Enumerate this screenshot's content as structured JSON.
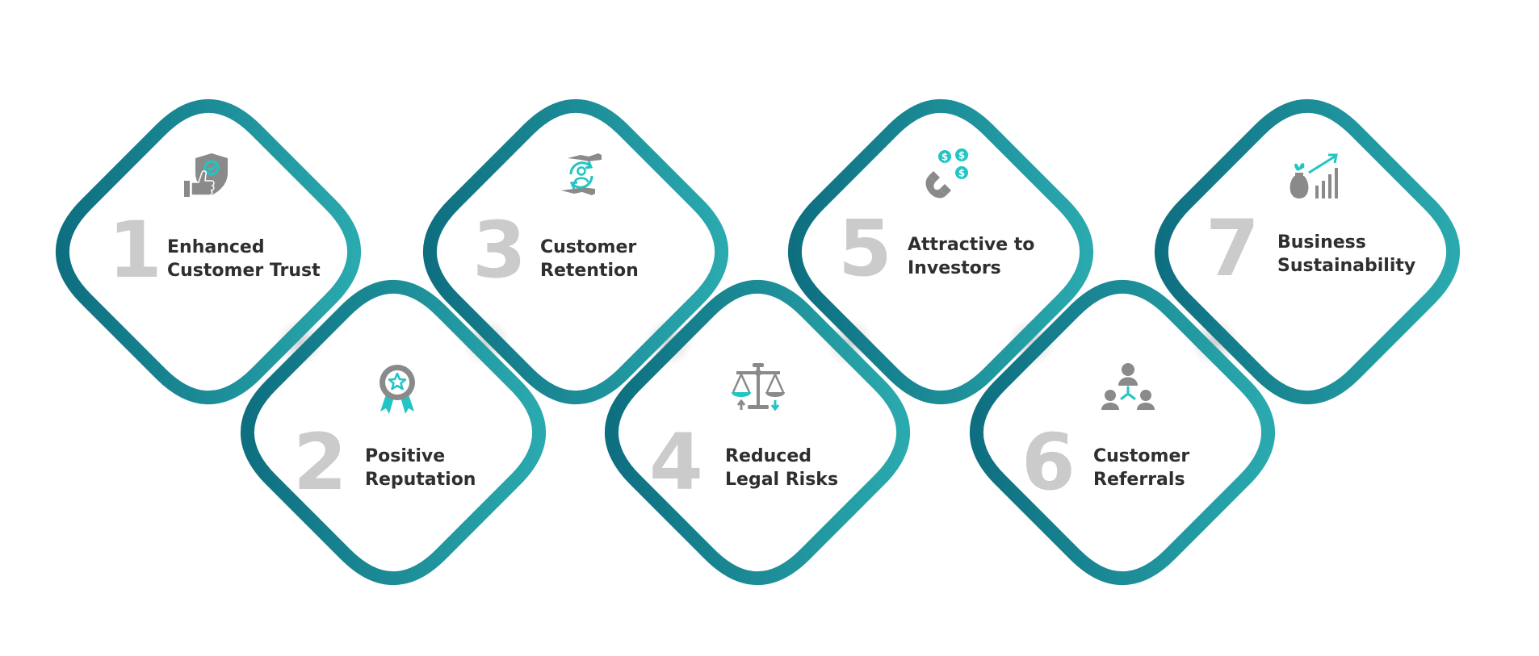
{
  "colors": {
    "frame_dark": "#0e6f80",
    "frame_light": "#2aa9ae",
    "icon_gray": "#8a8a8a",
    "icon_teal": "#22c4c4",
    "number_gray": "#cbcbcb",
    "label_text": "#2f2f2f"
  },
  "items": [
    {
      "number": "1",
      "line1": "Enhanced",
      "line2": "Customer Trust",
      "icon": "shield-thumbs-up-icon"
    },
    {
      "number": "2",
      "line1": "Positive",
      "line2": "Reputation",
      "icon": "award-badge-icon"
    },
    {
      "number": "3",
      "line1": "Customer",
      "line2": "Retention",
      "icon": "customer-retention-cycle-icon"
    },
    {
      "number": "4",
      "line1": "Reduced",
      "line2": "Legal Risks",
      "icon": "scales-of-justice-icon"
    },
    {
      "number": "5",
      "line1": "Attractive to",
      "line2": "Investors",
      "icon": "magnet-money-icon"
    },
    {
      "number": "6",
      "line1": "Customer",
      "line2": "Referrals",
      "icon": "referral-network-icon"
    },
    {
      "number": "7",
      "line1": "Business",
      "line2": "Sustainability",
      "icon": "growth-chart-money-bag-icon"
    }
  ]
}
